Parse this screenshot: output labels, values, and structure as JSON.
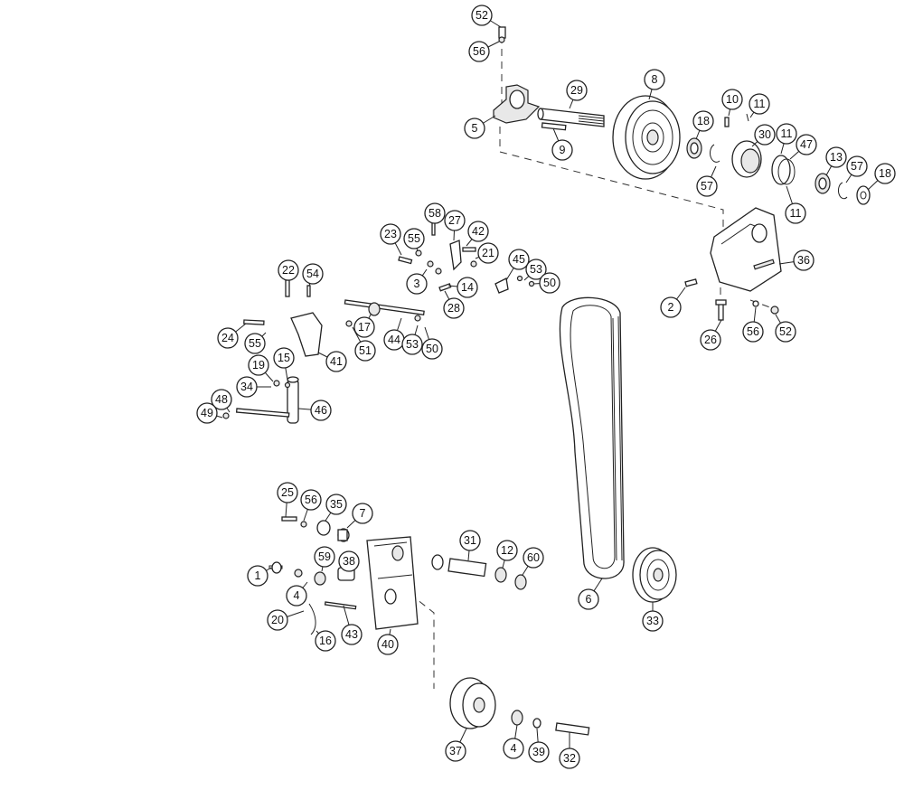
{
  "diagram": {
    "type": "exploded-parts-view",
    "callouts": [
      {
        "id": "c-52-top",
        "label": "52"
      },
      {
        "id": "c-56-top",
        "label": "56"
      },
      {
        "id": "c-5",
        "label": "5"
      },
      {
        "id": "c-29",
        "label": "29"
      },
      {
        "id": "c-9",
        "label": "9"
      },
      {
        "id": "c-8",
        "label": "8"
      },
      {
        "id": "c-10",
        "label": "10"
      },
      {
        "id": "c-11-a",
        "label": "11"
      },
      {
        "id": "c-18-a",
        "label": "18"
      },
      {
        "id": "c-30",
        "label": "30"
      },
      {
        "id": "c-11-b",
        "label": "11"
      },
      {
        "id": "c-47",
        "label": "47"
      },
      {
        "id": "c-13",
        "label": "13"
      },
      {
        "id": "c-57-a",
        "label": "57"
      },
      {
        "id": "c-18-b",
        "label": "18"
      },
      {
        "id": "c-57-b",
        "label": "57"
      },
      {
        "id": "c-11-c",
        "label": "11"
      },
      {
        "id": "c-36",
        "label": "36"
      },
      {
        "id": "c-2",
        "label": "2"
      },
      {
        "id": "c-26",
        "label": "26"
      },
      {
        "id": "c-56-r",
        "label": "56"
      },
      {
        "id": "c-52-r",
        "label": "52"
      },
      {
        "id": "c-58",
        "label": "58"
      },
      {
        "id": "c-27",
        "label": "27"
      },
      {
        "id": "c-42",
        "label": "42"
      },
      {
        "id": "c-23",
        "label": "23"
      },
      {
        "id": "c-55-a",
        "label": "55"
      },
      {
        "id": "c-21",
        "label": "21"
      },
      {
        "id": "c-45",
        "label": "45"
      },
      {
        "id": "c-53-a",
        "label": "53"
      },
      {
        "id": "c-3",
        "label": "3"
      },
      {
        "id": "c-14",
        "label": "14"
      },
      {
        "id": "c-50-a",
        "label": "50"
      },
      {
        "id": "c-28",
        "label": "28"
      },
      {
        "id": "c-22",
        "label": "22"
      },
      {
        "id": "c-54",
        "label": "54"
      },
      {
        "id": "c-17",
        "label": "17"
      },
      {
        "id": "c-24",
        "label": "24"
      },
      {
        "id": "c-55-b",
        "label": "55"
      },
      {
        "id": "c-44",
        "label": "44"
      },
      {
        "id": "c-53-b",
        "label": "53"
      },
      {
        "id": "c-50-b",
        "label": "50"
      },
      {
        "id": "c-51",
        "label": "51"
      },
      {
        "id": "c-41",
        "label": "41"
      },
      {
        "id": "c-19",
        "label": "19"
      },
      {
        "id": "c-15",
        "label": "15"
      },
      {
        "id": "c-34",
        "label": "34"
      },
      {
        "id": "c-48",
        "label": "48"
      },
      {
        "id": "c-49",
        "label": "49"
      },
      {
        "id": "c-46",
        "label": "46"
      },
      {
        "id": "c-6",
        "label": "6"
      },
      {
        "id": "c-33",
        "label": "33"
      },
      {
        "id": "c-25",
        "label": "25"
      },
      {
        "id": "c-56-m",
        "label": "56"
      },
      {
        "id": "c-35",
        "label": "35"
      },
      {
        "id": "c-7",
        "label": "7"
      },
      {
        "id": "c-31",
        "label": "31"
      },
      {
        "id": "c-12",
        "label": "12"
      },
      {
        "id": "c-60",
        "label": "60"
      },
      {
        "id": "c-59",
        "label": "59"
      },
      {
        "id": "c-38",
        "label": "38"
      },
      {
        "id": "c-1",
        "label": "1"
      },
      {
        "id": "c-4-a",
        "label": "4"
      },
      {
        "id": "c-20",
        "label": "20"
      },
      {
        "id": "c-16",
        "label": "16"
      },
      {
        "id": "c-43",
        "label": "43"
      },
      {
        "id": "c-40",
        "label": "40"
      },
      {
        "id": "c-37",
        "label": "37"
      },
      {
        "id": "c-4-b",
        "label": "4"
      },
      {
        "id": "c-39",
        "label": "39"
      },
      {
        "id": "c-32",
        "label": "32"
      }
    ]
  }
}
